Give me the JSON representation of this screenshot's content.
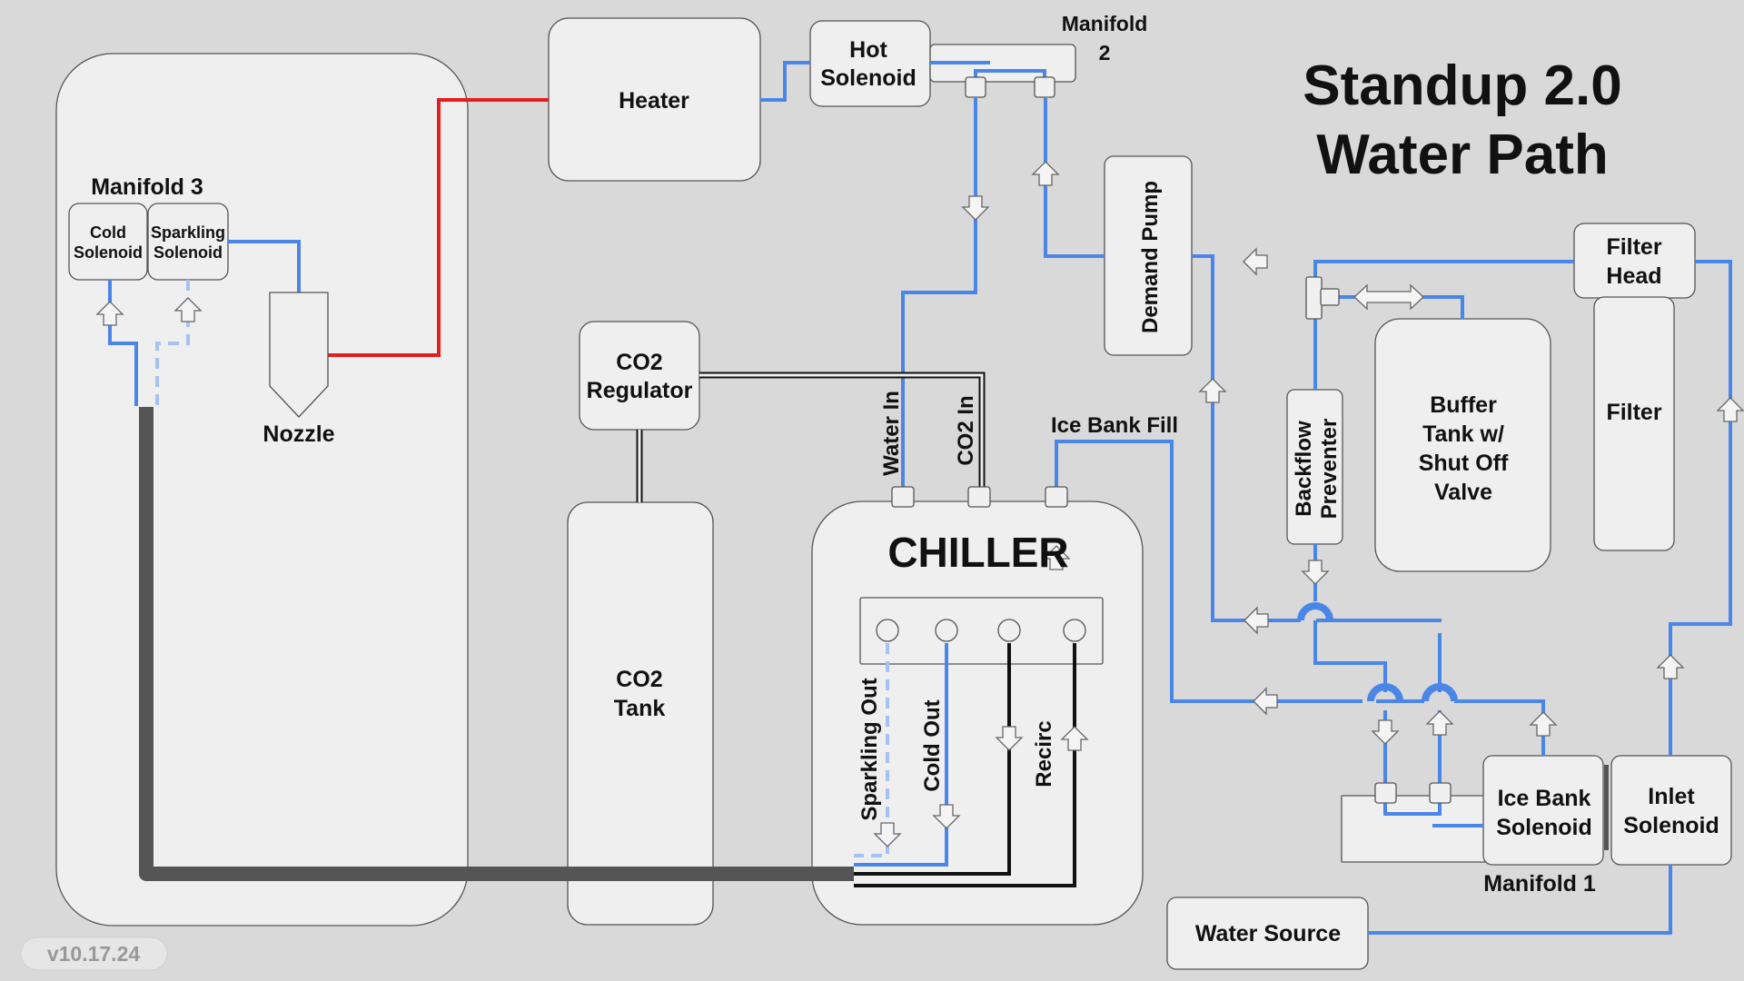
{
  "title": {
    "line1": "Standup 2.0",
    "line2": "Water Path"
  },
  "version": "v10.17.24",
  "components": {
    "heater": "Heater",
    "hot_solenoid": [
      "Hot",
      "Solenoid"
    ],
    "manifold2": [
      "Manifold",
      "2"
    ],
    "manifold3": "Manifold 3",
    "cold_solenoid": [
      "Cold",
      "Solenoid"
    ],
    "sparkling_solenoid": [
      "Sparkling",
      "Solenoid"
    ],
    "nozzle": "Nozzle",
    "co2_regulator": [
      "CO2",
      "Regulator"
    ],
    "co2_tank": [
      "CO2",
      "Tank"
    ],
    "demand_pump": "Demand Pump",
    "chiller": "CHILLER",
    "backflow_preventer": [
      "Backflow",
      "Preventer"
    ],
    "buffer_tank": [
      "Buffer",
      "Tank w/",
      "Shut Off",
      "Valve"
    ],
    "filter_head": [
      "Filter",
      "Head"
    ],
    "filter": "Filter",
    "ice_bank_solenoid": [
      "Ice Bank",
      "Solenoid"
    ],
    "inlet_solenoid": [
      "Inlet",
      "Solenoid"
    ],
    "manifold1": "Manifold 1",
    "water_source": "Water Source"
  },
  "labels": {
    "water_in": "Water In",
    "co2_in": "CO2 In",
    "ice_bank_fill": "Ice Bank Fill",
    "sparkling_out": "Sparkling Out",
    "cold_out": "Cold Out",
    "recirc": "Recirc"
  },
  "colors": {
    "background": "#d9d9d9",
    "box": "#efefef",
    "water_line": "#4a86e8",
    "sparkling_line": "#a4c2f4",
    "hot_line": "#e31e1e",
    "recirc_line": "#111111",
    "trunk": "#555555"
  }
}
